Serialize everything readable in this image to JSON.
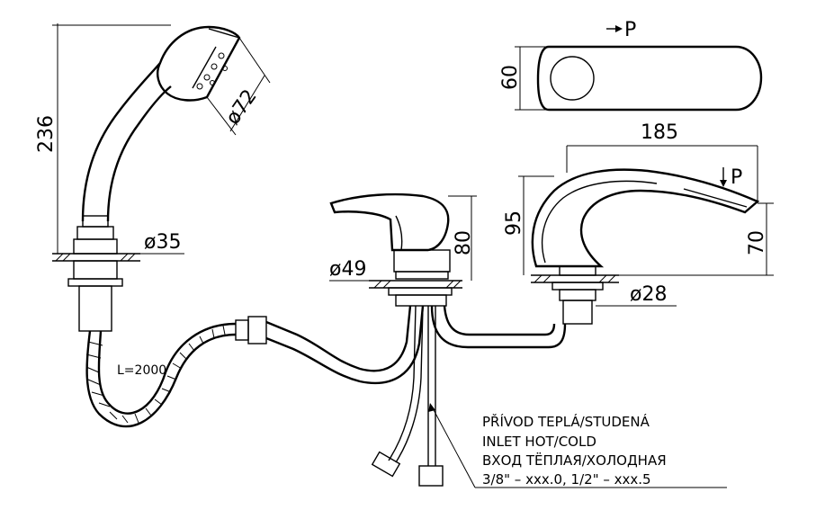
{
  "dimensions": {
    "shower_height": "236",
    "shower_head_diameter": "ø72",
    "shower_base_diameter": "ø35",
    "hose_length": "L=2000",
    "mixer_base_diameter": "ø49",
    "mixer_height": "80",
    "top_view_width": "60",
    "spout_length": "185",
    "spout_height": "95",
    "spout_outlet_height": "70",
    "spout_base_diameter": "ø28"
  },
  "section_markers": {
    "top_view": "P",
    "spout_view": "P"
  },
  "note_lines": [
    "PŘÍVOD TEPLÁ/STUDENÁ",
    "INLET HOT/COLD",
    "ВХОД ТЁПЛАЯ/ХОЛОДНАЯ",
    "3/8\" – xxx.0, 1/2\" – xxx.5"
  ]
}
